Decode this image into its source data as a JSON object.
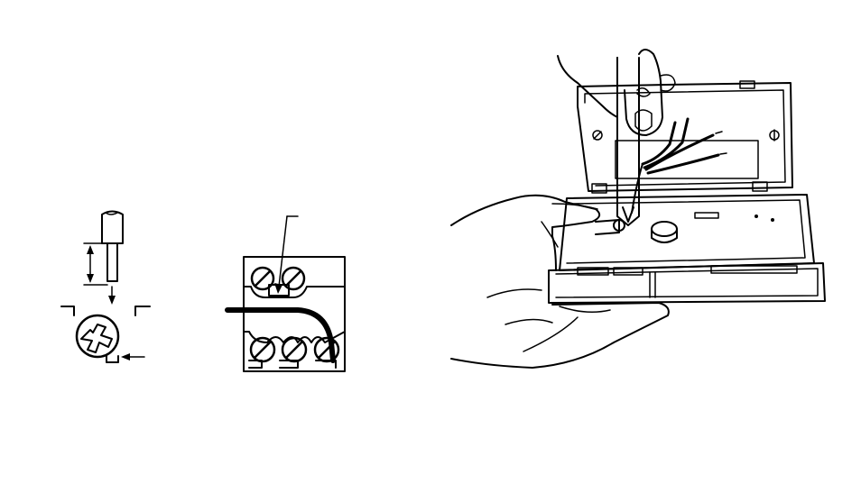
{
  "figure": {
    "colors": {
      "ink": "#000000",
      "paper": "#ffffff"
    },
    "panels": [
      {
        "id": "wire-strip-detail",
        "icons": [
          "wire-end",
          "dimension-arrow",
          "terminal-screw",
          "insertion-arrow"
        ]
      },
      {
        "id": "terminal-block-detail",
        "icons": [
          "terminal-screw",
          "leader-arrow",
          "inserted-wire"
        ]
      },
      {
        "id": "wiring-installation",
        "icons": [
          "thermostat-base",
          "screwdriver",
          "hand",
          "wires"
        ]
      }
    ],
    "labels": []
  }
}
